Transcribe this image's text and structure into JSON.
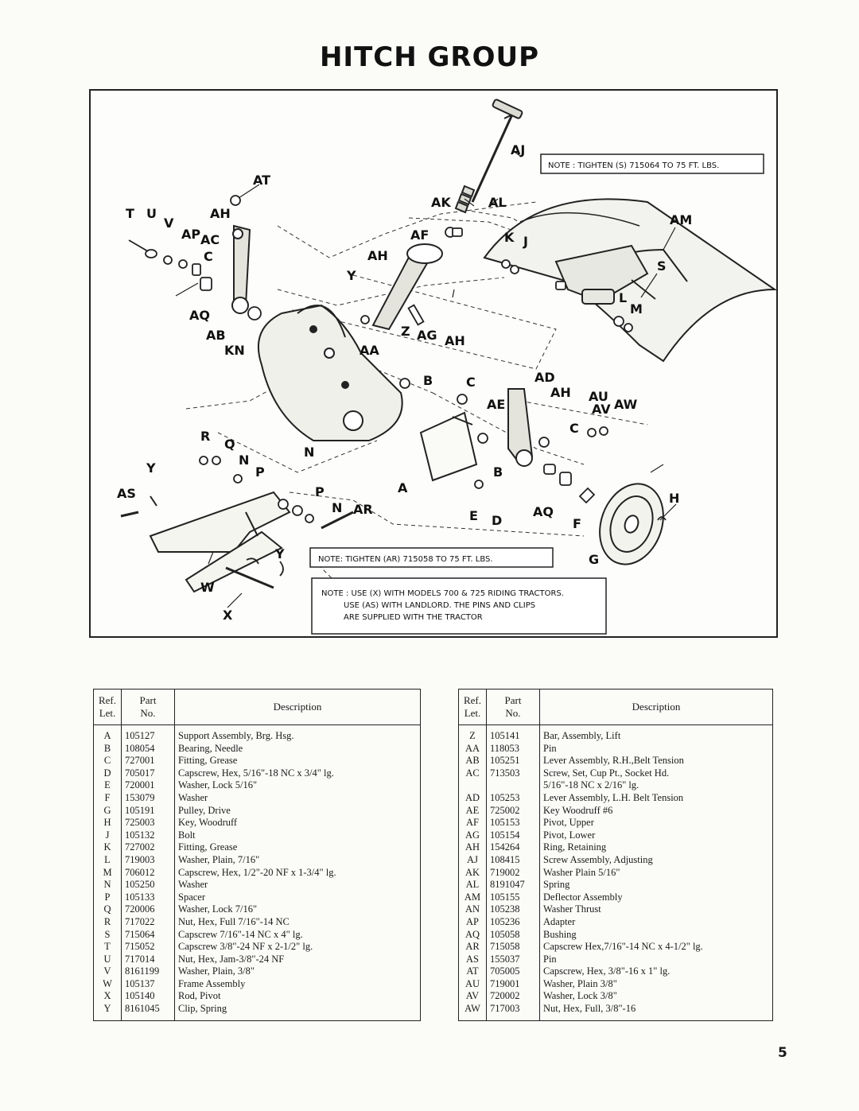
{
  "page": {
    "title": "HITCH GROUP",
    "page_number": "5"
  },
  "notes": {
    "note_s": "NOTE : TIGHTEN (S) 715064 TO 75 FT. LBS.",
    "note_ar": "NOTE: TIGHTEN (AR) 715058 TO 75 FT. LBS.",
    "note_x_line1": "NOTE : USE (X) WITH MODELS 700 & 725 RIDING TRACTORS.",
    "note_x_line2": "USE (AS) WITH LANDLORD.  THE PINS AND CLIPS",
    "note_x_line3": "ARE SUPPLIED WITH THE TRACTOR"
  },
  "callouts": {
    "AT": "AT",
    "T": "T",
    "U": "U",
    "V": "V",
    "AH1": "AH",
    "AP": "AP",
    "AC": "AC",
    "C1": "C",
    "AQ1": "AQ",
    "AB": "AB",
    "KN": "KN",
    "AJ": "AJ",
    "AK": "AK",
    "AL": "AL",
    "AF": "AF",
    "AH2": "AH",
    "Y1": "Y",
    "Z": "Z",
    "AG": "AG",
    "AH3": "AH",
    "AA": "AA",
    "AM": "AM",
    "K": "K",
    "J": "J",
    "S": "S",
    "L": "L",
    "M": "M",
    "B1": "B",
    "C2": "C",
    "AD": "AD",
    "AE": "AE",
    "AH4": "AH",
    "AU": "AU",
    "AV": "AV",
    "AW": "AW",
    "C3": "C",
    "R": "R",
    "Q": "Q",
    "N1": "N",
    "P1": "P",
    "Y2": "Y",
    "AS": "AS",
    "P2": "P",
    "N2": "N",
    "AR": "AR",
    "A": "A",
    "B2": "B",
    "E": "E",
    "D": "D",
    "AQ2": "AQ",
    "F": "F",
    "H": "H",
    "G": "G",
    "W": "W",
    "Y3": "Y",
    "X": "X"
  },
  "table_headers": {
    "ref_line1": "Ref.",
    "ref_line2": "Let.",
    "part_line1": "Part",
    "part_line2": "No.",
    "description": "Description"
  },
  "parts_left": [
    {
      "ref": "A",
      "part": "105127",
      "desc": [
        "Support Assembly, Brg. Hsg."
      ]
    },
    {
      "ref": "B",
      "part": "108054",
      "desc": [
        "Bearing, Needle"
      ]
    },
    {
      "ref": "C",
      "part": "727001",
      "desc": [
        "Fitting, Grease"
      ]
    },
    {
      "ref": "D",
      "part": "705017",
      "desc": [
        "Capscrew, Hex, 5/16\"-18 NC x 3/4\" lg."
      ]
    },
    {
      "ref": "E",
      "part": "720001",
      "desc": [
        "Washer, Lock 5/16\""
      ]
    },
    {
      "ref": "F",
      "part": "153079",
      "desc": [
        "Washer"
      ]
    },
    {
      "ref": "G",
      "part": "105191",
      "desc": [
        "Pulley, Drive"
      ]
    },
    {
      "ref": "H",
      "part": "725003",
      "desc": [
        "Key, Woodruff"
      ]
    },
    {
      "ref": "J",
      "part": "105132",
      "desc": [
        "Bolt"
      ]
    },
    {
      "ref": "K",
      "part": "727002",
      "desc": [
        "Fitting, Grease"
      ]
    },
    {
      "ref": "L",
      "part": "719003",
      "desc": [
        "Washer, Plain, 7/16\""
      ]
    },
    {
      "ref": "M",
      "part": "706012",
      "desc": [
        "Capscrew, Hex, 1/2\"-20 NF x 1-3/4\" lg."
      ]
    },
    {
      "ref": "N",
      "part": "105250",
      "desc": [
        "Washer"
      ]
    },
    {
      "ref": "P",
      "part": "105133",
      "desc": [
        "Spacer"
      ]
    },
    {
      "ref": "Q",
      "part": "720006",
      "desc": [
        "Washer, Lock 7/16\""
      ]
    },
    {
      "ref": "R",
      "part": "717022",
      "desc": [
        "Nut, Hex, Full 7/16\"-14 NC"
      ]
    },
    {
      "ref": "S",
      "part": "715064",
      "desc": [
        "Capscrew 7/16\"-14 NC x 4\" lg."
      ]
    },
    {
      "ref": "T",
      "part": "715052",
      "desc": [
        "Capscrew 3/8\"-24 NF x 2-1/2\" lg."
      ]
    },
    {
      "ref": "U",
      "part": "717014",
      "desc": [
        "Nut, Hex, Jam-3/8\"-24 NF"
      ]
    },
    {
      "ref": "V",
      "part": "8161199",
      "desc": [
        "Washer, Plain, 3/8\""
      ]
    },
    {
      "ref": "W",
      "part": "105137",
      "desc": [
        "Frame Assembly"
      ]
    },
    {
      "ref": "X",
      "part": "105140",
      "desc": [
        "Rod, Pivot"
      ]
    },
    {
      "ref": "Y",
      "part": "8161045",
      "desc": [
        "Clip, Spring"
      ]
    }
  ],
  "parts_right": [
    {
      "ref": "Z",
      "part": "105141",
      "desc": [
        "Bar, Assembly, Lift"
      ]
    },
    {
      "ref": "AA",
      "part": "118053",
      "desc": [
        "Pin"
      ]
    },
    {
      "ref": "AB",
      "part": "105251",
      "desc": [
        "Lever Assembly, R.H.,Belt Tension"
      ]
    },
    {
      "ref": "AC",
      "part": "713503",
      "desc": [
        "Screw, Set, Cup Pt., Socket Hd.",
        "5/16\"-18 NC x 2/16\" lg."
      ]
    },
    {
      "ref": "AD",
      "part": "105253",
      "desc": [
        "Lever Assembly, L.H. Belt Tension"
      ]
    },
    {
      "ref": "AE",
      "part": "725002",
      "desc": [
        "Key Woodruff #6"
      ]
    },
    {
      "ref": "AF",
      "part": "105153",
      "desc": [
        "Pivot, Upper"
      ]
    },
    {
      "ref": "AG",
      "part": "105154",
      "desc": [
        "Pivot, Lower"
      ]
    },
    {
      "ref": "AH",
      "part": "154264",
      "desc": [
        "Ring, Retaining"
      ]
    },
    {
      "ref": "AJ",
      "part": "108415",
      "desc": [
        "Screw Assembly, Adjusting"
      ]
    },
    {
      "ref": "AK",
      "part": "719002",
      "desc": [
        "Washer Plain 5/16\""
      ]
    },
    {
      "ref": "AL",
      "part": "8191047",
      "desc": [
        "Spring"
      ]
    },
    {
      "ref": "AM",
      "part": "105155",
      "desc": [
        "Deflector Assembly"
      ]
    },
    {
      "ref": "AN",
      "part": "105238",
      "desc": [
        "Washer Thrust"
      ]
    },
    {
      "ref": "AP",
      "part": "105236",
      "desc": [
        "Adapter"
      ]
    },
    {
      "ref": "AQ",
      "part": "105058",
      "desc": [
        "Bushing"
      ]
    },
    {
      "ref": "AR",
      "part": "715058",
      "desc": [
        "Capscrew Hex,7/16\"-14 NC x 4-1/2\" lg."
      ]
    },
    {
      "ref": "AS",
      "part": "155037",
      "desc": [
        "Pin"
      ]
    },
    {
      "ref": "AT",
      "part": "705005",
      "desc": [
        "Capscrew, Hex, 3/8\"-16 x 1\" lg."
      ]
    },
    {
      "ref": "AU",
      "part": "719001",
      "desc": [
        "Washer, Plain 3/8\""
      ]
    },
    {
      "ref": "AV",
      "part": "720002",
      "desc": [
        "Washer, Lock 3/8\""
      ]
    },
    {
      "ref": "AW",
      "part": "717003",
      "desc": [
        "Nut, Hex, Full, 3/8\"-16"
      ]
    }
  ]
}
